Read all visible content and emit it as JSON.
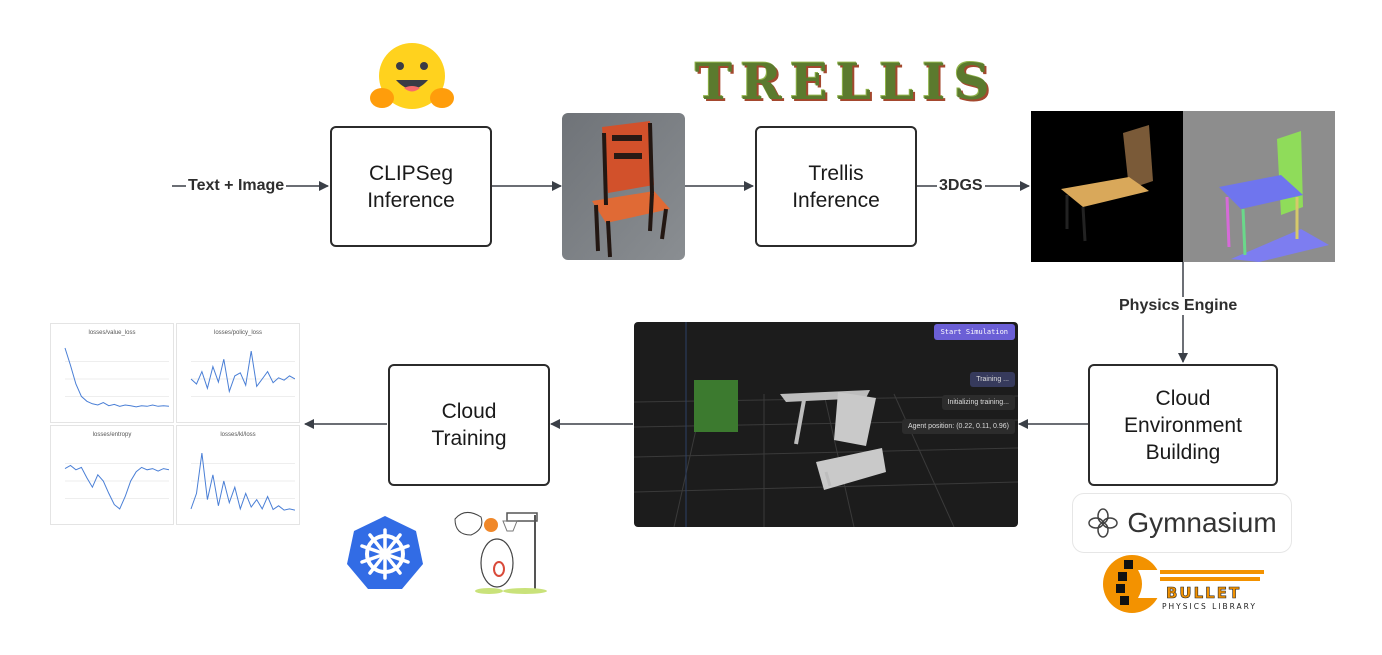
{
  "input_label": "Text + Image",
  "boxes": {
    "clipseg": "CLIPSeg\nInference",
    "trellis": "Trellis\nInference",
    "cloud_env": "Cloud\nEnvironment\nBuilding",
    "cloud_training": "Cloud\nTraining"
  },
  "edge_labels": {
    "gs": "3DGS",
    "physics": "Physics Engine"
  },
  "logos": {
    "trellis": "TRELLIS",
    "gymnasium": "Gymnasium",
    "bullet": "BULLET",
    "bullet_sub": "PHYSICS LIBRARY"
  },
  "simulation": {
    "button": "Start Simulation",
    "status_training": "Training ...",
    "status_init": "Initializing training...",
    "agent_position": "Agent position: (0.22, 0.11, 0.96)"
  },
  "training_plots": {
    "titles": [
      "losses/value_loss",
      "losses/policy_loss",
      "losses/entropy",
      "losses/kl/loss"
    ],
    "series": [
      [
        1.0,
        0.72,
        0.42,
        0.22,
        0.14,
        0.1,
        0.08,
        0.12,
        0.07,
        0.09,
        0.06,
        0.08,
        0.07,
        0.05,
        0.07,
        0.06,
        0.08,
        0.06,
        0.07,
        0.06
      ],
      [
        0.5,
        0.42,
        0.62,
        0.35,
        0.7,
        0.45,
        0.82,
        0.3,
        0.55,
        0.6,
        0.4,
        0.95,
        0.38,
        0.5,
        0.62,
        0.44,
        0.52,
        0.48,
        0.55,
        0.5
      ],
      [
        0.7,
        0.75,
        0.68,
        0.72,
        0.55,
        0.4,
        0.6,
        0.5,
        0.3,
        0.12,
        0.05,
        0.25,
        0.5,
        0.65,
        0.72,
        0.68,
        0.7,
        0.66,
        0.7,
        0.68
      ],
      [
        0.05,
        0.3,
        0.95,
        0.2,
        0.6,
        0.1,
        0.5,
        0.15,
        0.4,
        0.05,
        0.3,
        0.08,
        0.2,
        0.05,
        0.25,
        0.04,
        0.1,
        0.03,
        0.05,
        0.03
      ]
    ]
  },
  "colors": {
    "arrow": "#3a3f47",
    "plot_line": "#4a7fd6",
    "k8s": "#326ce5",
    "bullet_orange": "#f39200",
    "sim_button": "#6b5fd6"
  }
}
